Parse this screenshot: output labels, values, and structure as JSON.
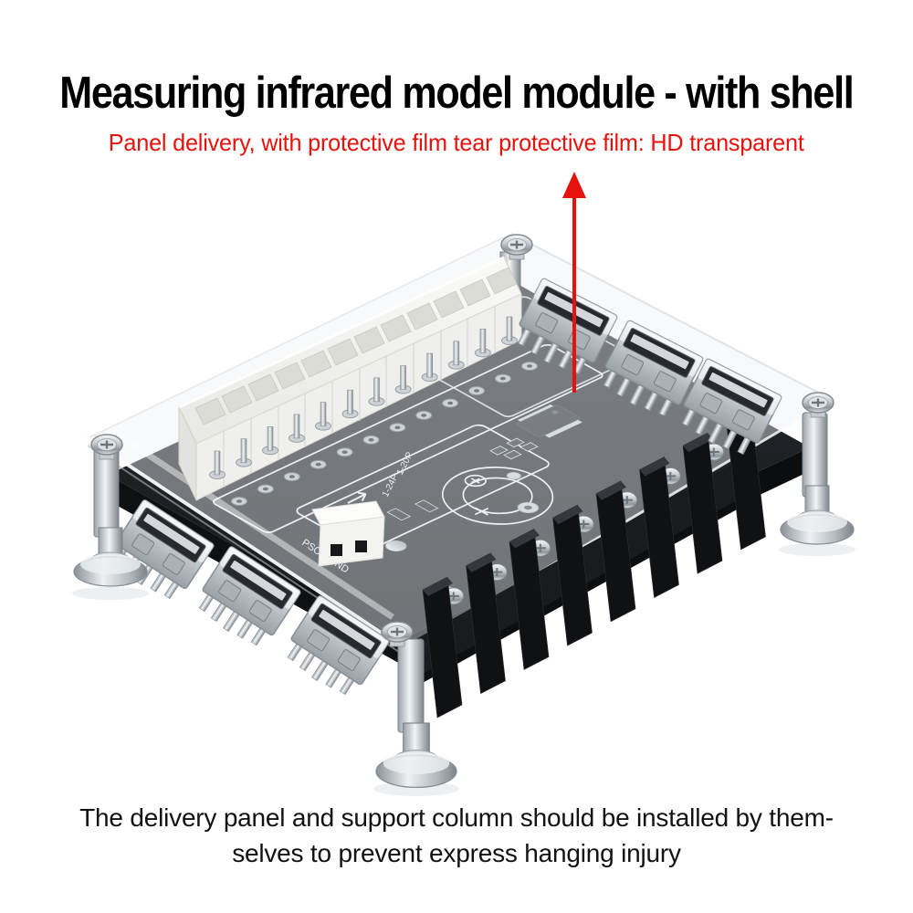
{
  "header": {
    "title": "Measuring infrared model module - with shell",
    "subtitle": "Panel delivery, with protective film tear protective film: HD transparent"
  },
  "callout": {
    "arrow_icon": "red-up-arrow",
    "arrow_color": "#e8120c"
  },
  "board": {
    "silkscreen": {
      "pson": "PSON GND",
      "p20": "1-20P",
      "p24": "1-24P",
      "plus": "+"
    },
    "colors": {
      "pcb": "#1d2024",
      "pcb_edge": "#0e1012",
      "silkscreen": "#eef0f2",
      "chrome": "#c3c9ce",
      "atx_connector": "#f1f1ee",
      "terminal_block": "#101114",
      "acrylic_stroke": "#c6cdd3"
    }
  },
  "footer": {
    "line1": "The delivery panel and support column should be installed by them-",
    "line2": "selves to prevent express hanging injury"
  },
  "colors": {
    "background": "#ffffff",
    "title": "#000000",
    "accent": "#e8120c",
    "caption": "#121212"
  }
}
